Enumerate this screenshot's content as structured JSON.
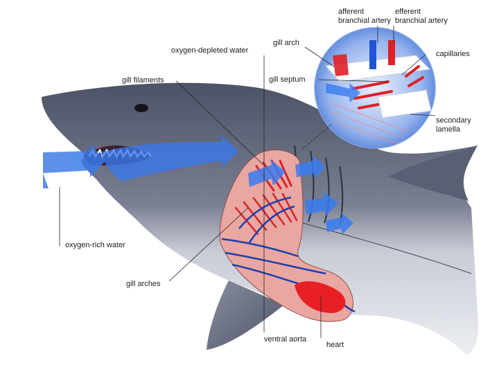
{
  "labels": {
    "afferent_branchial_artery": [
      "afferent",
      "branchial artery"
    ],
    "efferent_branchial_artery": [
      "efferent",
      "branchial artery"
    ],
    "gill_arch_inset": "gill arch",
    "oxygen_depleted_water": "oxygen-depleted water",
    "capillaries": "capillaries",
    "gill_filaments": "gill filaments",
    "gill_septum": "gill septum",
    "secondary_lamella": [
      "secondary",
      "lamella"
    ],
    "oxygen_rich_water": "oxygen-rich water",
    "gill_arches": "gill arches",
    "ventral_aorta": "ventral aorta",
    "heart": "heart"
  },
  "colors": {
    "shark_top": "#5f6478",
    "shark_belly": "#d9dce3",
    "water_flow": "#2f6fe0",
    "oxygenated_blood": "#e02027",
    "deoxygenated_blood": "#1a3fb0",
    "gill_tissue": "#eaa6a0"
  }
}
